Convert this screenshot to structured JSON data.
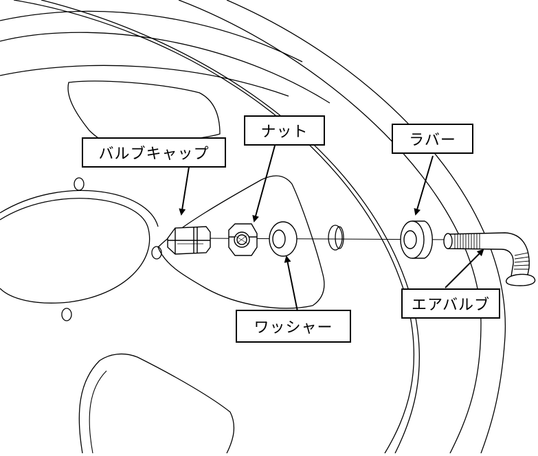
{
  "labels": {
    "valve_cap": "バルブキャップ",
    "nut": "ナット",
    "rubber": "ラバー",
    "washer": "ワッシャー",
    "air_valve": "エアバルブ"
  },
  "colors": {
    "line": "#000000",
    "background": "#ffffff"
  }
}
